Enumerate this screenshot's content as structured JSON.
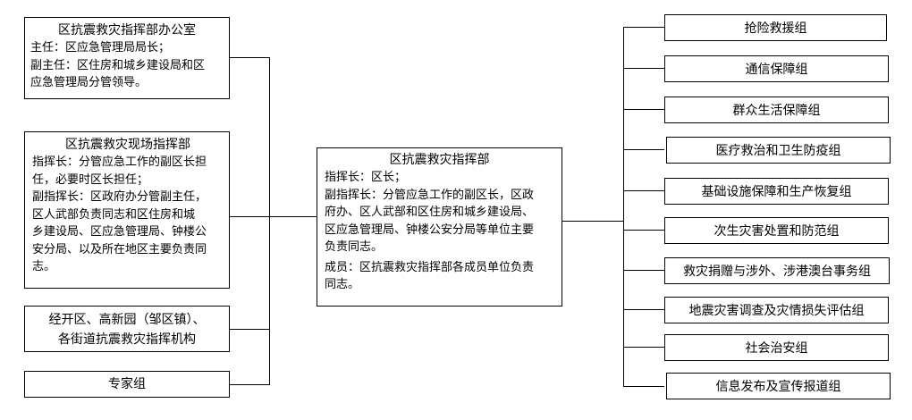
{
  "office": {
    "title": "区抗震救灾指挥部办公室",
    "lines": [
      "主任：区应急管理局局长；",
      "副主任：区住房和城乡建设局和区",
      "应急管理局分管领导。"
    ]
  },
  "field": {
    "title": "区抗震救灾现场指挥部",
    "lines": [
      "指挥长：分管应急工作的副区长担",
      "任，必要时区长担任；",
      "副指挥长：区政府办分管副主任，",
      "区人武部负责同志和区住房和城",
      "乡建设局、区应急管理局、钟楼公",
      "安分局、以及所在地区主要负责同",
      "志。"
    ]
  },
  "local": {
    "lines": [
      "经开区、高新园（邹区镇）、",
      "各街道抗震救灾指挥机构"
    ]
  },
  "experts": {
    "title": "专家组"
  },
  "center": {
    "title": "区抗震救灾指挥部",
    "commander": "指挥长：区长；",
    "deputy_lines": [
      "副指挥长：分管应急工作的副区长，区政",
      "府办、区人武部和区住房和城乡建设局、",
      "区应急管理局、钟楼公安分局等单位主要",
      "负责同志。"
    ],
    "member_lines": [
      "成员：区抗震救灾指挥部各成员单位负责",
      "同志。"
    ]
  },
  "groups": [
    "抢险救援组",
    "通信保障组",
    "群众生活保障组",
    "医疗救治和卫生防疫组",
    "基础设施保障和生产恢复组",
    "次生灾害处置和防范组",
    "救灾捐赠与涉外、涉港澳台事务组",
    "地震灾害调查及灾情损失评估组",
    "社会治安组",
    "信息发布及宣传报道组"
  ]
}
